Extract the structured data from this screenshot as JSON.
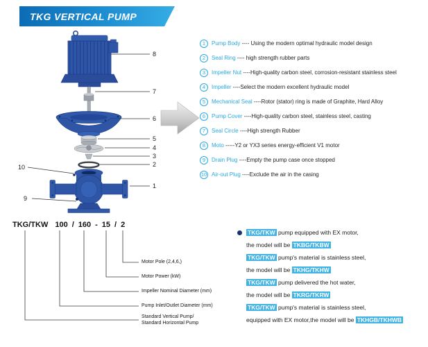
{
  "header": {
    "title": "TKG VERTICAL PUMP"
  },
  "diagram": {
    "callouts": [
      "8",
      "7",
      "6",
      "5",
      "4",
      "3",
      "2",
      "1",
      "10",
      "9"
    ]
  },
  "parts_list": {
    "items": [
      {
        "num": "1",
        "name": "Pump Body",
        "desc": " ---- Using the modern optimal hydraulic model design"
      },
      {
        "num": "2",
        "name": "Seal Ring",
        "desc": " ---- high strength rubber parts"
      },
      {
        "num": "3",
        "name": "Impeller Nut",
        "desc": " ----High-quality carbon steel, corrosion-resistant stainless steel"
      },
      {
        "num": "4",
        "name": "Impeller",
        "desc": " ----Select the modern excellent hydraulic model"
      },
      {
        "num": "5",
        "name": "Mechanical Seal",
        "desc": " ----Rotor (stator) ring is made of Graphite, Hard Alloy"
      },
      {
        "num": "6",
        "name": "Pump Cover",
        "desc": " ----High-quality carbon steel, stainless steel, casting"
      },
      {
        "num": "7",
        "name": "Seal Circle",
        "desc": " ----High strength Rubber"
      },
      {
        "num": "8",
        "name": "Moto",
        "desc": " -----Y2 or YX3 series energy-efficient V1 motor"
      },
      {
        "num": "9",
        "name": "Drain Plug",
        "desc": " ----Empty the pump case once stopped"
      },
      {
        "num": "10",
        "name": "Air-out Plug",
        "desc": " ----Exclude the air in the casing"
      }
    ]
  },
  "model_code": {
    "tokens": [
      "TKG/TKW",
      "100",
      "/",
      "160",
      "-",
      "15",
      "/",
      "2"
    ],
    "labels": {
      "motor_pole": "Motor Pole (2,4,6,)",
      "motor_power": "Motor Power (kW)",
      "impeller_diameter": "Impeller Nominal Diameter (mm)",
      "inlet_outlet": "Pump Inlet/Outlet Diameter (mm)",
      "standard_line1": "Standard Vertical Pump/",
      "standard_line2": "Standard Horizontal Pump"
    }
  },
  "notes": {
    "lines": [
      {
        "pre": "",
        "hl": "TKG/TKW",
        "post": " pump equipped with EX motor,"
      },
      {
        "pre": "the model will be ",
        "hl": "TKBG/TKBW",
        "post": ""
      },
      {
        "pre": "",
        "hl": "TKG/TKW",
        "post": " pump's material is stainless steel,"
      },
      {
        "pre": "the model will be ",
        "hl": "TKHG/TKHW",
        "post": ""
      },
      {
        "pre": "",
        "hl": "TKG/TKW",
        "post": " pump delivered the hot water,"
      },
      {
        "pre": "the model will be ",
        "hl": "TKRG/TKRW",
        "post": ""
      },
      {
        "pre": "",
        "hl": "TKG/TKW",
        "post": " pump's material is stainless steel,"
      },
      {
        "pre": "equipped with EX motor,the model will be ",
        "hl": "TKHGB/TKHWB",
        "post": ""
      }
    ]
  },
  "colors": {
    "accent_cyan": "#29a9e0",
    "banner_start": "#0b6cb5",
    "banner_end": "#36ade4",
    "highlight": "#3fb3e6",
    "pump_blue": "#2e55a6",
    "arrow_gray": "#c2c2c2"
  }
}
